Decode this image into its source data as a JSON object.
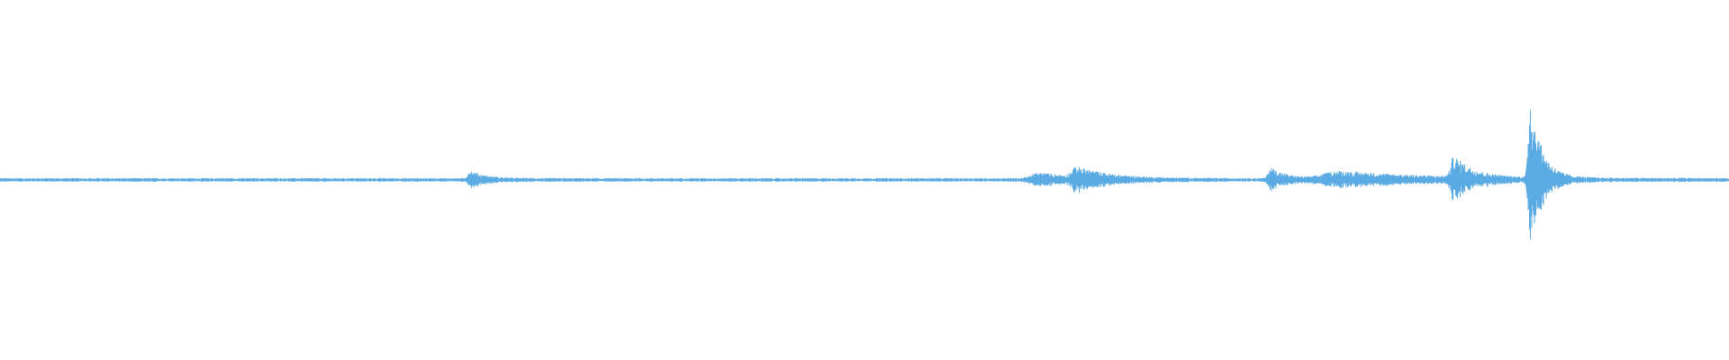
{
  "waveform": {
    "color": "#5aaae3",
    "background": "#ffffff",
    "baseline_noise": 0.012,
    "events": [
      {
        "position": 0.272,
        "amplitude": 0.05,
        "spread": 0.004
      },
      {
        "position": 0.601,
        "amplitude": 0.035,
        "spread": 0.012
      },
      {
        "position": 0.623,
        "amplitude": 0.06,
        "spread": 0.008
      },
      {
        "position": 0.735,
        "amplitude": 0.07,
        "spread": 0.004
      },
      {
        "position": 0.775,
        "amplitude": 0.045,
        "spread": 0.025
      },
      {
        "position": 0.841,
        "amplitude": 0.13,
        "spread": 0.005
      },
      {
        "position": 0.885,
        "amplitude": 0.52,
        "spread": 0.003
      }
    ]
  }
}
